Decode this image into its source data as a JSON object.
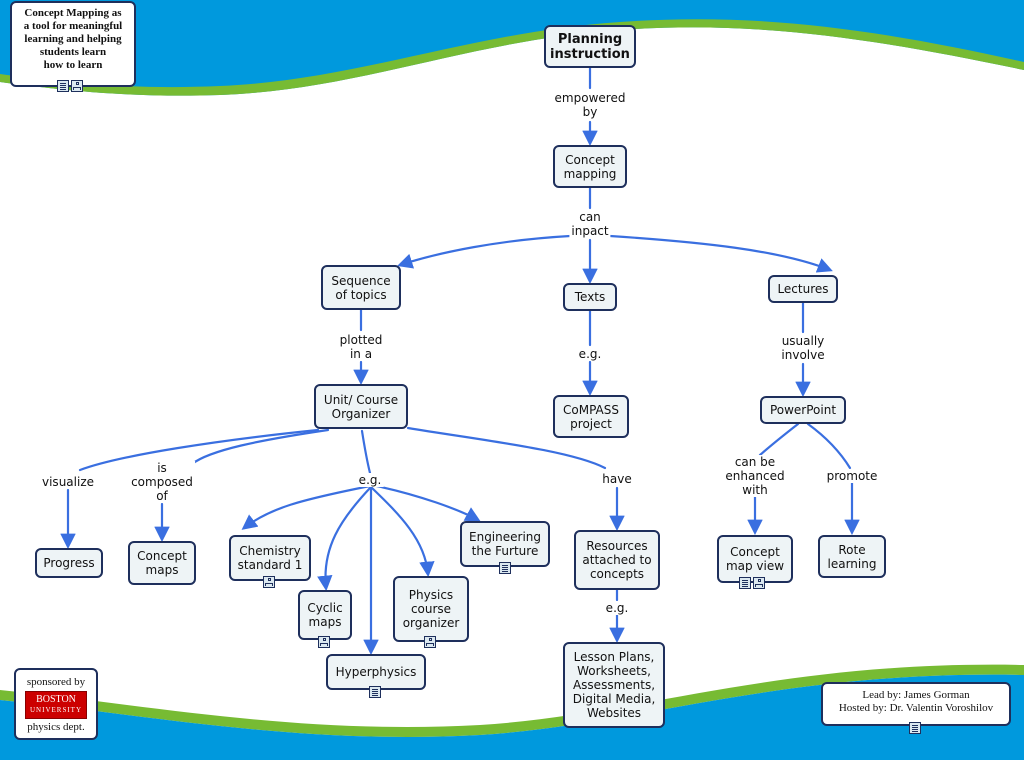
{
  "colors": {
    "sky": "#0099dd",
    "grass": "#77bb33",
    "node_border": "#1e2f5c",
    "node_fill": "#eef4f6",
    "edge": "#3a6fe0"
  },
  "title_box": {
    "text": "Concept Mapping as\na tool for meaningful\nlearning and helping\nstudents learn\nhow to learn",
    "icons": [
      "doc-icon",
      "map-icon"
    ]
  },
  "sponsor": {
    "top": "sponsored by",
    "logo_main": "BOSTON",
    "logo_sub": "UNIVERSITY",
    "bottom": "physics dept."
  },
  "credits": {
    "lead": "Lead by: James Gorman",
    "host": "Hosted by: Dr. Valentin Voroshilov",
    "icons": [
      "doc-icon"
    ]
  },
  "nodes": [
    {
      "id": "planning",
      "text": "Planning\ninstruction",
      "icons": []
    },
    {
      "id": "concept-mapping",
      "text": "Concept\nmapping",
      "icons": []
    },
    {
      "id": "sequence",
      "text": "Sequence\nof topics",
      "icons": []
    },
    {
      "id": "texts",
      "text": "Texts",
      "icons": []
    },
    {
      "id": "lectures",
      "text": "Lectures",
      "icons": []
    },
    {
      "id": "unit",
      "text": "Unit/ Course\nOrganizer",
      "icons": []
    },
    {
      "id": "compass",
      "text": "CoMPASS\nproject",
      "icons": []
    },
    {
      "id": "powerpoint",
      "text": "PowerPoint",
      "icons": []
    },
    {
      "id": "progress",
      "text": "Progress",
      "icons": []
    },
    {
      "id": "concept-maps",
      "text": "Concept\nmaps",
      "icons": []
    },
    {
      "id": "chemistry",
      "text": "Chemistry\nstandard 1",
      "icons": [
        "map-icon"
      ]
    },
    {
      "id": "engineering",
      "text": "Engineering\nthe Furture",
      "icons": [
        "doc-icon"
      ]
    },
    {
      "id": "resources",
      "text": "Resources\nattached to\nconcepts",
      "icons": []
    },
    {
      "id": "cyclic",
      "text": "Cyclic\nmaps",
      "icons": [
        "map-icon"
      ]
    },
    {
      "id": "physics",
      "text": "Physics\ncourse\norganizer",
      "icons": [
        "map-icon"
      ]
    },
    {
      "id": "hyperphysics",
      "text": "Hyperphysics",
      "icons": [
        "doc-icon"
      ]
    },
    {
      "id": "lesson",
      "text": "Lesson Plans,\nWorksheets,\nAssessments,\nDigital Media,\nWebsites",
      "icons": []
    },
    {
      "id": "cmap-view",
      "text": "Concept\nmap view",
      "icons": [
        "doc-icon",
        "map-icon"
      ]
    },
    {
      "id": "rote",
      "text": "Rote\nlearning",
      "icons": []
    }
  ],
  "links": [
    {
      "id": "empowered-by",
      "text": "empowered\nby"
    },
    {
      "id": "can-inpact",
      "text": "can\ninpact"
    },
    {
      "id": "plotted-in-a",
      "text": "plotted\nin a"
    },
    {
      "id": "eg-texts",
      "text": "e.g."
    },
    {
      "id": "usually-involve",
      "text": "usually\ninvolve"
    },
    {
      "id": "visualize",
      "text": "visualize"
    },
    {
      "id": "is-composed-of",
      "text": "is\ncomposed\nof"
    },
    {
      "id": "eg-unit",
      "text": "e.g."
    },
    {
      "id": "have",
      "text": "have"
    },
    {
      "id": "can-be-enhanced-with",
      "text": "can be\nenhanced\nwith"
    },
    {
      "id": "promote",
      "text": "promote"
    },
    {
      "id": "eg-resources",
      "text": "e.g."
    }
  ]
}
